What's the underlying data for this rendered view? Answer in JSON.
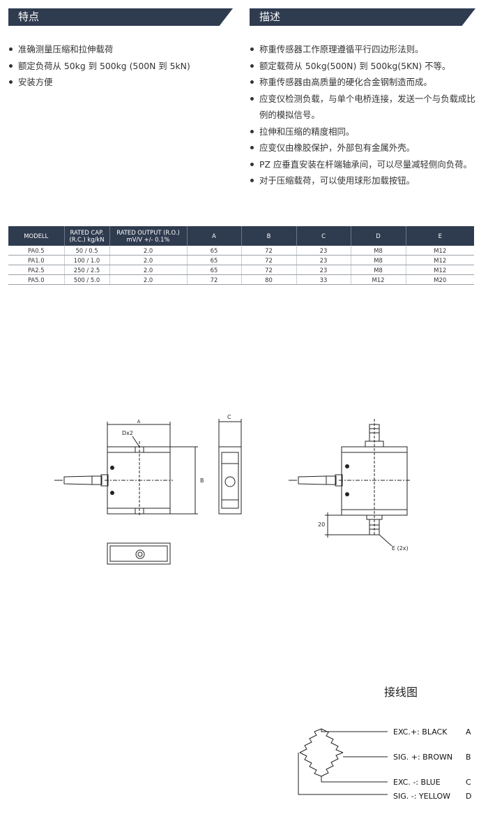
{
  "features": {
    "title": "特点",
    "items": [
      "准确测量压缩和拉伸载荷",
      "额定负荷从 50kg 到 500kg (500N 到 5kN)",
      "安装方便"
    ]
  },
  "description": {
    "title": "描述",
    "items": [
      "称重传感器工作原理遵循平行四边形法则。",
      "额定载荷从 50kg(500N) 到 500kg(5KN) 不等。",
      "称重传感器由高质量的硬化合金钢制造而成。",
      "应变仪检测负载，与单个电桥连接，发送一个与负载成比例的模拟信号。",
      "拉伸和压缩的精度相同。",
      "应变仪由橡胶保护，外部包有金属外壳。",
      "PZ 应垂直安装在杆端轴承间，可以尽量减轻侧向负荷。",
      "对于压缩载荷，可以使用球形加载按钮。"
    ]
  },
  "table": {
    "headers": [
      [
        "MODELL",
        ""
      ],
      [
        "RATED CAP.",
        "(R.C.) kg/kN"
      ],
      [
        "RATED OUTPUT (R.O.)",
        "mV/V +/- 0.1%"
      ],
      [
        "A",
        ""
      ],
      [
        "B",
        ""
      ],
      [
        "C",
        ""
      ],
      [
        "D",
        ""
      ],
      [
        "E",
        ""
      ]
    ],
    "rows": [
      [
        "PA0.5",
        "50 / 0.5",
        "2.0",
        "65",
        "72",
        "23",
        "M8",
        "M12"
      ],
      [
        "PA1.0",
        "100 / 1.0",
        "2.0",
        "65",
        "72",
        "23",
        "M8",
        "M12"
      ],
      [
        "PA2.5",
        "250 / 2.5",
        "2.0",
        "65",
        "72",
        "23",
        "M8",
        "M12"
      ],
      [
        "PA5.0",
        "500 / 5.0",
        "2.0",
        "72",
        "80",
        "33",
        "M12",
        "M20"
      ]
    ]
  },
  "drawing": {
    "dim_a": "A",
    "dim_b": "B",
    "dim_c": "C",
    "dim_d": "Dx2",
    "dim_20": "20",
    "dim_e": "E (2x)"
  },
  "wiring": {
    "title": "接线图",
    "lines": [
      {
        "label": "EXC.+: BLACK",
        "code": "A"
      },
      {
        "label": "SIG. +: BROWN",
        "code": "B"
      },
      {
        "label": "EXC. -: BLUE",
        "code": "C"
      },
      {
        "label": "SIG. -: YELLOW",
        "code": "D"
      }
    ]
  },
  "colors": {
    "header_bg": "#2f3b4f",
    "text": "#333333"
  }
}
